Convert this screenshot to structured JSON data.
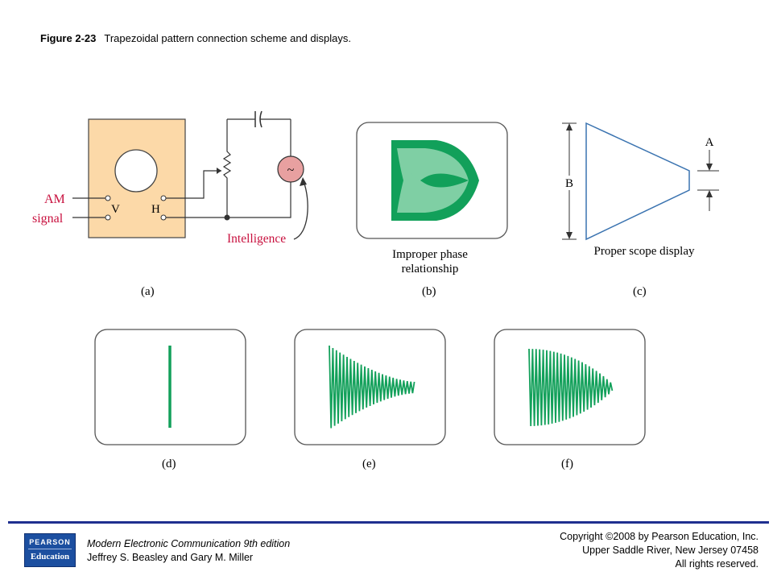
{
  "caption": {
    "figure": "Figure 2-23",
    "text": "Trapezoidal pattern connection scheme and displays."
  },
  "colors": {
    "scope_trace": "#12a05a",
    "panel_fill": "#fcd9a8",
    "source_fill": "#e8a0a0",
    "label_red": "#c8103e",
    "trapezoid": "#3a73b0",
    "footer_rule": "#1f2f8f"
  },
  "panel_a": {
    "am_label": "AM",
    "signal_label": "signal",
    "v_label": "V",
    "h_label": "H",
    "source_symbol": "~",
    "intelligence_label": "Intelligence",
    "sub_label": "(a)"
  },
  "panel_b": {
    "caption_line1": "Improper phase",
    "caption_line2": "relationship",
    "sub_label": "(b)"
  },
  "panel_c": {
    "label_b": "B",
    "label_a": "A",
    "caption": "Proper scope display",
    "sub_label": "(c)"
  },
  "panel_d": {
    "sub_label": "(d)"
  },
  "panel_e": {
    "sub_label": "(e)"
  },
  "panel_f": {
    "sub_label": "(f)"
  },
  "footer": {
    "logo_line1": "PEARSON",
    "logo_line2": "Education",
    "book_title": "Modern Electronic Communication 9th edition",
    "authors": "Jeffrey S. Beasley and Gary M. Miller",
    "copyright_line1": "Copyright ©2008 by Pearson Education, Inc.",
    "copyright_line2": "Upper Saddle River, New Jersey 07458",
    "copyright_line3": "All rights reserved."
  }
}
